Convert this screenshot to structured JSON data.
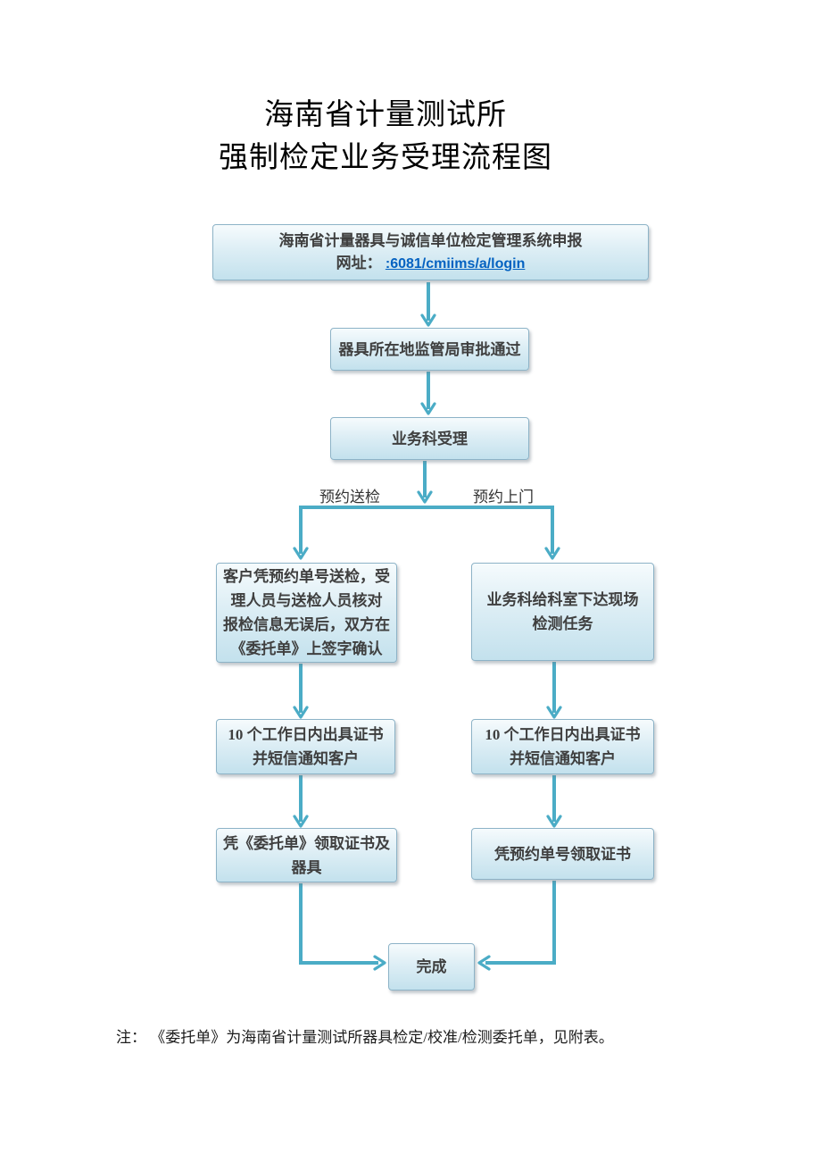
{
  "title": {
    "line1": "海南省计量测试所",
    "line2": "强制检定业务受理流程图"
  },
  "nodes": {
    "portal": {
      "line1": "海南省计量器具与诚信单位检定管理系统申报",
      "url_label": "网址： ",
      "url_link": ":6081/cmiims/a/login"
    },
    "approval": {
      "label": "器具所在地监管局审批通过"
    },
    "acceptance": {
      "label": "业务科受理"
    },
    "branch": {
      "left_label": "预约送检",
      "right_label": "预约上门"
    },
    "left_submit": {
      "lines": [
        "客户凭预约单号送检，受",
        "理人员与送检人员核对",
        "报检信息无误后，双方在",
        "《委托单》上签字确认"
      ]
    },
    "right_dispatch": {
      "lines": [
        "业务科给科室下达现场",
        "检测任务"
      ]
    },
    "left_certificate": {
      "lines": [
        "10 个工作日内出具证书",
        "并短信通知客户"
      ]
    },
    "right_certificate": {
      "lines": [
        "10 个工作日内出具证书",
        "并短信通知客户"
      ]
    },
    "left_pickup": {
      "lines": [
        "凭《委托单》领取证书及",
        "器具"
      ]
    },
    "right_pickup": {
      "lines": [
        "凭预约单号领取证书"
      ]
    },
    "done": {
      "label": "完成"
    }
  },
  "note": "注： 《委托单》为海南省计量测试所器具检定/校准/检测委托单，见附表。",
  "colors": {
    "arrow": "#4BACC6",
    "box_border": "#8DB3C7",
    "box_fill_top": "#F6FBFD",
    "box_fill_bottom": "#C3E1ED",
    "link": "#0562C1",
    "text": "#3F3F3F"
  }
}
